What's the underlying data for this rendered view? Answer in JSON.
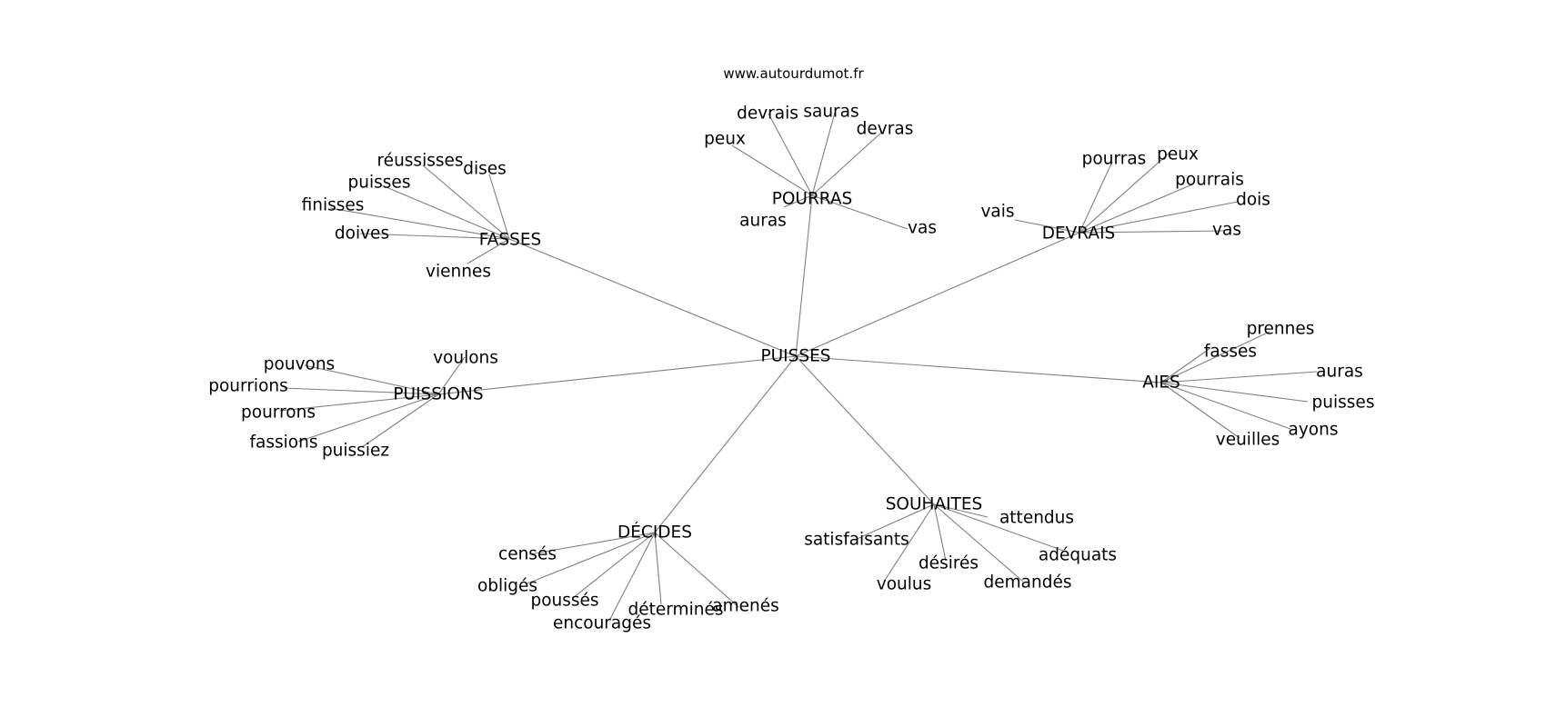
{
  "site": "www.autourdumot.fr",
  "center": "PUISSES",
  "clusters": [
    {
      "hub": "POURRAS",
      "words": [
        "peux",
        "devrais",
        "sauras",
        "devras",
        "vas",
        "auras"
      ]
    },
    {
      "hub": "DEVRAIS",
      "words": [
        "vais",
        "pourras",
        "peux",
        "pourrais",
        "dois",
        "vas"
      ]
    },
    {
      "hub": "FASSES",
      "words": [
        "réussisses",
        "dises",
        "puisses",
        "finisses",
        "doives",
        "viennes"
      ]
    },
    {
      "hub": "PUISSIONS",
      "words": [
        "pouvons",
        "pourrions",
        "pourrons",
        "fassions",
        "puissiez",
        "voulons"
      ]
    },
    {
      "hub": "AIES",
      "words": [
        "prennes",
        "fasses",
        "auras",
        "puisses",
        "ayons",
        "veuilles"
      ]
    },
    {
      "hub": "DÉCIDES",
      "words": [
        "censés",
        "obligés",
        "poussés",
        "encouragés",
        "déterminés",
        "amenés"
      ]
    },
    {
      "hub": "SOUHAITES",
      "words": [
        "satisfaisants",
        "voulus",
        "désirés",
        "demandés",
        "adéquats",
        "attendus"
      ]
    }
  ]
}
